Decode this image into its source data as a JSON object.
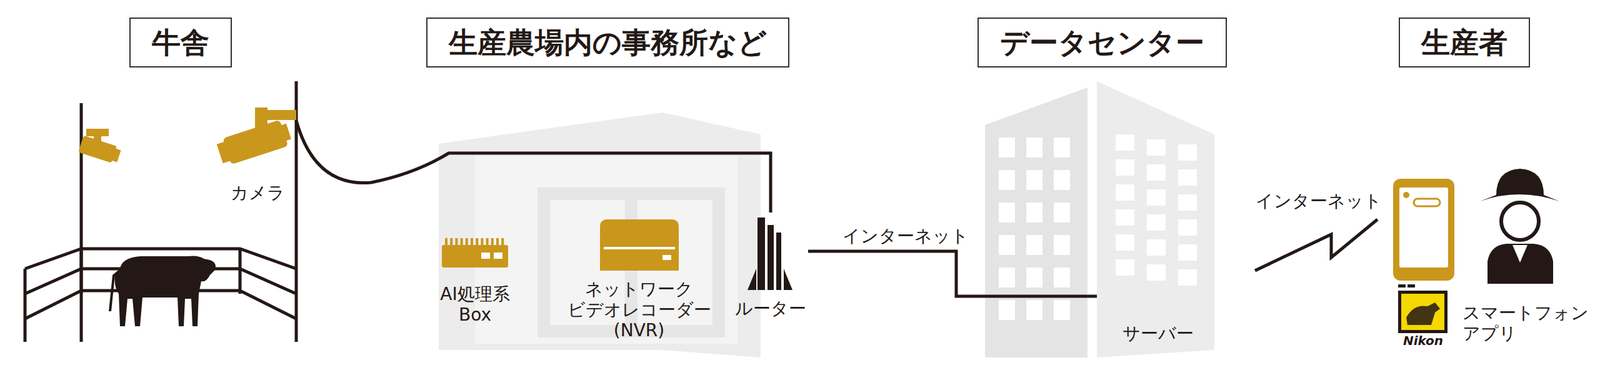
{
  "diagram": {
    "nodes": [
      {
        "text": [
          "牛舎"
        ]
      },
      {
        "text": [
          "生産農場内の事務所など"
        ]
      },
      {
        "text": [
          "データセンター"
        ]
      },
      {
        "text": [
          "生産者"
        ]
      },
      {
        "text": [
          "カメラ"
        ]
      },
      {
        "text": [
          "AI処理系 Box"
        ]
      },
      {
        "text": [
          "ネットワーク ビデオレコーダー (NVR)"
        ]
      },
      {
        "text": [
          "ルーター"
        ]
      },
      {
        "text": [
          "サーバー"
        ]
      },
      {
        "text": [
          "スマートフォン アプリ"
        ]
      }
    ],
    "edges": [
      {
        "from": 4,
        "to": 7,
        "arrow": "none"
      },
      {
        "from": 7,
        "to": 8,
        "label": "インターネット",
        "arrow": "none"
      }
    ],
    "labels": [
      "インターネット",
      "Nikon"
    ]
  }
}
